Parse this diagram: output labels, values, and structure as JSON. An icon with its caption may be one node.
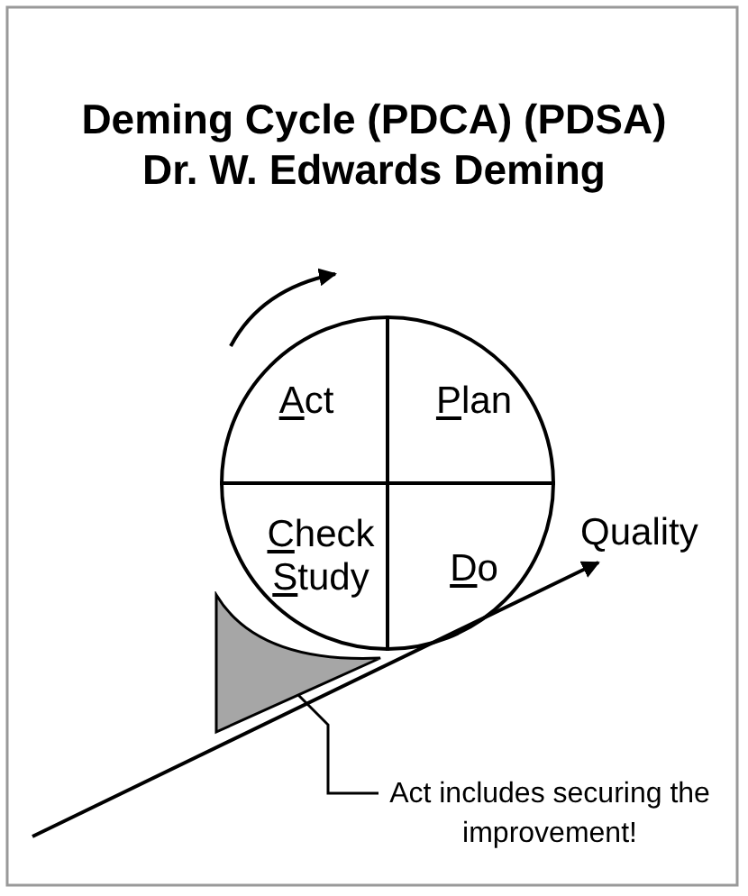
{
  "diagram": {
    "title": "Deming Cycle (PDCA) (PDSA) Dr. W. Edwards Deming",
    "nodes": [
      {
        "text": [],
        "shape": "circle"
      },
      {
        "text": [
          "Act"
        ],
        "in": 0
      },
      {
        "text": [
          "Plan"
        ],
        "in": 0
      },
      {
        "text": [
          "Check",
          "Study"
        ],
        "in": 0
      },
      {
        "text": [
          "Do"
        ],
        "in": 0
      },
      {
        "text": [],
        "shape": "wedge"
      },
      {
        "text": [
          "Act includes securing the improvement!"
        ]
      }
    ],
    "edges": [
      {
        "from": 6,
        "to": 5,
        "arrow": "none"
      }
    ],
    "labels": [
      "Quality"
    ]
  }
}
